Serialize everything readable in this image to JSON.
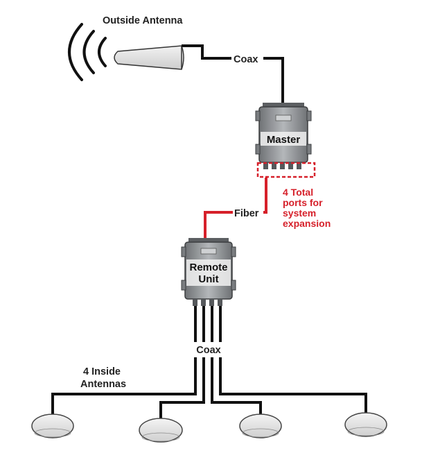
{
  "labels": {
    "outside_antenna": "Outside Antenna",
    "coax_top": "Coax",
    "master": "Master",
    "fiber": "Fiber",
    "expansion_line1": "4 Total",
    "expansion_line2": "ports for",
    "expansion_line3": "system",
    "expansion_line4": "expansion",
    "remote_line1": "Remote",
    "remote_line2": "Unit",
    "coax_bottom": "Coax",
    "inside_line1": "4 Inside",
    "inside_line2": "Antennas"
  },
  "colors": {
    "cable": "#111111",
    "fiber": "#d6202a",
    "unit_body": "#8a8d90",
    "antenna_fill": "#e6e6e6"
  },
  "icons": [
    "signal-waves-icon",
    "outside-antenna-icon",
    "master-unit-icon",
    "remote-unit-icon",
    "inside-antenna-icon"
  ]
}
